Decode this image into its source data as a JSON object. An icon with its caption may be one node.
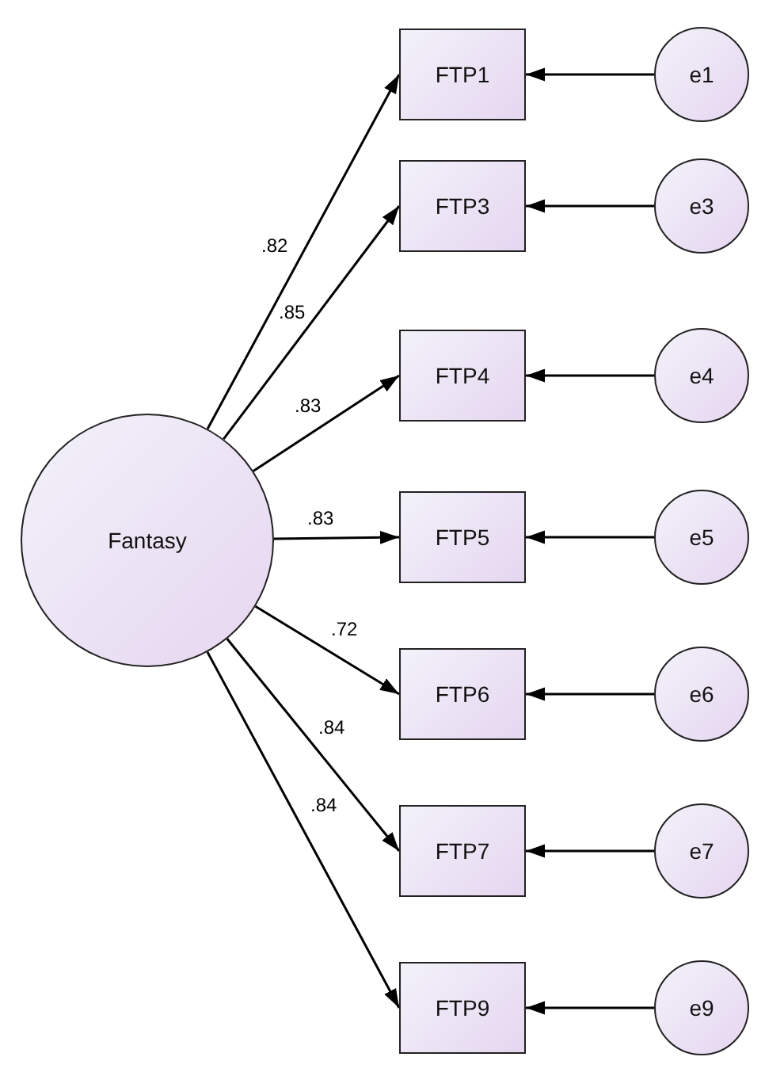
{
  "diagram": {
    "nodes": [
      {
        "text": [
          "Fantasy"
        ]
      },
      {
        "text": [
          "FTP1"
        ]
      },
      {
        "text": [
          "FTP3"
        ]
      },
      {
        "text": [
          "FTP4"
        ]
      },
      {
        "text": [
          "FTP5"
        ]
      },
      {
        "text": [
          "FTP6"
        ]
      },
      {
        "text": [
          "FTP7"
        ]
      },
      {
        "text": [
          "FTP9"
        ]
      },
      {
        "text": [
          "e1"
        ]
      },
      {
        "text": [
          "e3"
        ]
      },
      {
        "text": [
          "e4"
        ]
      },
      {
        "text": [
          "e5"
        ]
      },
      {
        "text": [
          "e6"
        ]
      },
      {
        "text": [
          "e7"
        ]
      },
      {
        "text": [
          "e9"
        ]
      }
    ],
    "edges": [
      {
        "from": 0,
        "to": 1,
        "arrow": "to",
        "label": ".82"
      },
      {
        "from": 0,
        "to": 2,
        "arrow": "to",
        "label": ".85"
      },
      {
        "from": 0,
        "to": 3,
        "arrow": "to",
        "label": ".83"
      },
      {
        "from": 0,
        "to": 4,
        "arrow": "to",
        "label": ".83"
      },
      {
        "from": 0,
        "to": 5,
        "arrow": "to",
        "label": ".72"
      },
      {
        "from": 0,
        "to": 6,
        "arrow": "to",
        "label": ".84"
      },
      {
        "from": 0,
        "to": 7,
        "arrow": "to",
        "label": ".84"
      },
      {
        "from": 8,
        "to": 1,
        "arrow": "to"
      },
      {
        "from": 9,
        "to": 2,
        "arrow": "to"
      },
      {
        "from": 10,
        "to": 3,
        "arrow": "to"
      },
      {
        "from": 11,
        "to": 4,
        "arrow": "to"
      },
      {
        "from": 12,
        "to": 5,
        "arrow": "to"
      },
      {
        "from": 13,
        "to": 6,
        "arrow": "to"
      },
      {
        "from": 14,
        "to": 7,
        "arrow": "to"
      }
    ]
  }
}
